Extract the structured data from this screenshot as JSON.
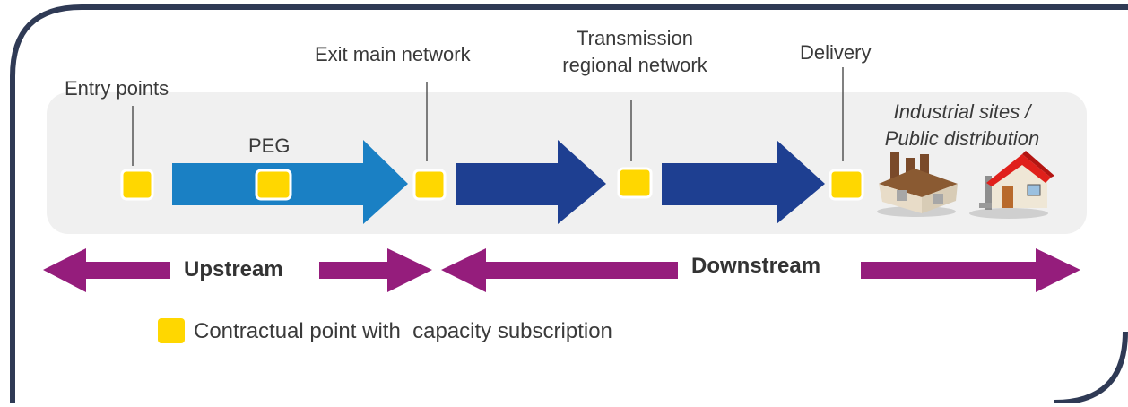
{
  "labels": {
    "entry_points": "Entry points",
    "peg": "PEG",
    "exit_main_network": "Exit main network",
    "transmission_regional_line1": "Transmission",
    "transmission_regional_line2": "regional network",
    "delivery": "Delivery",
    "industrial_line1": "Industrial sites /",
    "industrial_line2": "Public distribution"
  },
  "segments": {
    "upstream": "Upstream",
    "downstream": "Downstream"
  },
  "legend": {
    "text": "Contractual point with  capacity subscription"
  },
  "icons": [
    "factory-icon",
    "house-icon"
  ],
  "colors": {
    "frame": "#2f3a55",
    "band": "#f0f0f0",
    "arrow_light_blue": "#1a80c4",
    "arrow_dark_blue": "#1e3f91",
    "purple": "#951d7c",
    "contract_point": "#ffd700"
  }
}
